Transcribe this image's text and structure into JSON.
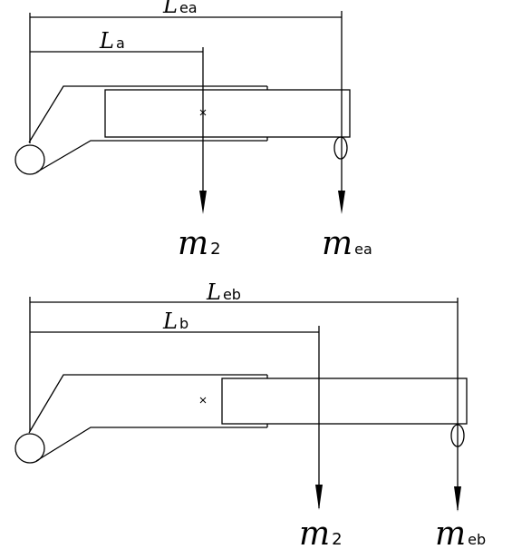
{
  "diagram_a": {
    "dim_outer": {
      "letter": "L",
      "sub": "ea"
    },
    "dim_inner": {
      "letter": "L",
      "sub": "a"
    },
    "load_left": {
      "letter": "m",
      "sub": "2"
    },
    "load_right": {
      "letter": "m",
      "sub": "ea"
    }
  },
  "diagram_b": {
    "dim_outer": {
      "letter": "L",
      "sub": "eb"
    },
    "dim_inner": {
      "letter": "L",
      "sub": "b"
    },
    "load_left": {
      "letter": "m",
      "sub": "2"
    },
    "load_right": {
      "letter": "m",
      "sub": "eb"
    }
  },
  "colors": {
    "line": "#000000",
    "background": "#ffffff"
  }
}
